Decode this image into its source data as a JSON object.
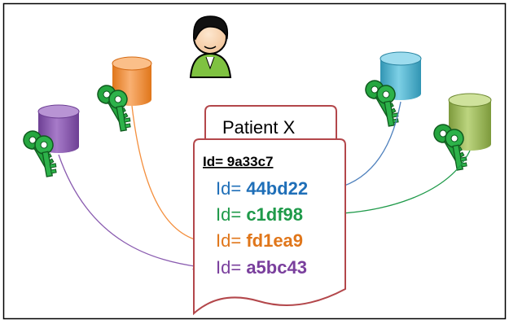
{
  "document": {
    "title": "Patient X",
    "main_id_label": "Id= 9a33c7",
    "ids": [
      {
        "prefix": "Id= ",
        "value": "44bd22",
        "color": "#1f6fb8"
      },
      {
        "prefix": "Id= ",
        "value": "c1df98",
        "color": "#1f9a4a"
      },
      {
        "prefix": "Id= ",
        "value": "fd1ea9",
        "color": "#e0761a"
      },
      {
        "prefix": "Id= ",
        "value": "a5bc43",
        "color": "#7a3f9d"
      }
    ]
  },
  "databases": [
    {
      "name": "purple",
      "color": "#8a5cb0"
    },
    {
      "name": "orange",
      "color": "#f4903f"
    },
    {
      "name": "blue",
      "color": "#4fb3cf"
    },
    {
      "name": "green",
      "color": "#9bbb59"
    }
  ],
  "colors": {
    "frame": "#000000",
    "document_border": "#b3474b",
    "key": "#1f9a3a",
    "arrow_purple": "#8a5cb0",
    "arrow_orange": "#f4903f",
    "arrow_blue": "#4f81bd",
    "arrow_green": "#1f9a4a"
  },
  "icons": [
    "person-icon",
    "database-icon",
    "key-icon"
  ]
}
